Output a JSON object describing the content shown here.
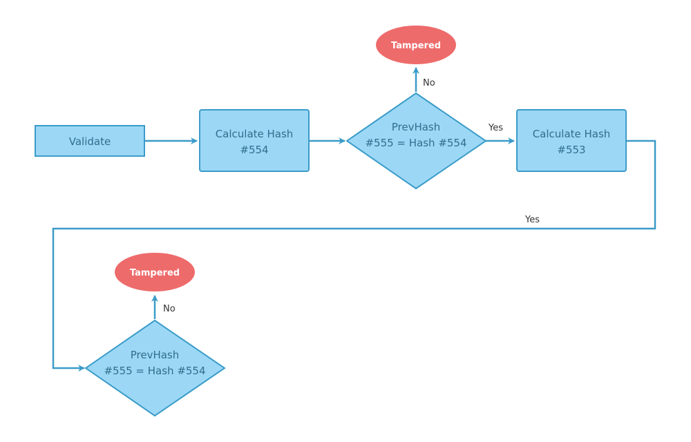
{
  "colors": {
    "node_fill": "#9cd8f6",
    "node_stroke": "#3a9bc8",
    "edge": "#3a9bc8",
    "terminal_fill": "#ee6b6b",
    "node_text": "#2f6e8c",
    "edge_text": "#333333",
    "terminal_text": "#ffffff"
  },
  "nodes": {
    "validate": {
      "label": "Validate"
    },
    "calc_hash_554": {
      "line1": "Calculate Hash",
      "line2": "#554"
    },
    "decision_1": {
      "line1": "PrevHash",
      "line2": "#555 = Hash #554"
    },
    "calc_hash_553": {
      "line1": "Calculate Hash",
      "line2": "#553"
    },
    "decision_2": {
      "line1": "PrevHash",
      "line2": "#555 = Hash #554"
    },
    "tampered_1": {
      "label": "Tampered"
    },
    "tampered_2": {
      "label": "Tampered"
    }
  },
  "edges": {
    "decision_1_no": "No",
    "decision_1_yes": "Yes",
    "hash_553_yes": "Yes",
    "decision_2_no": "No"
  }
}
